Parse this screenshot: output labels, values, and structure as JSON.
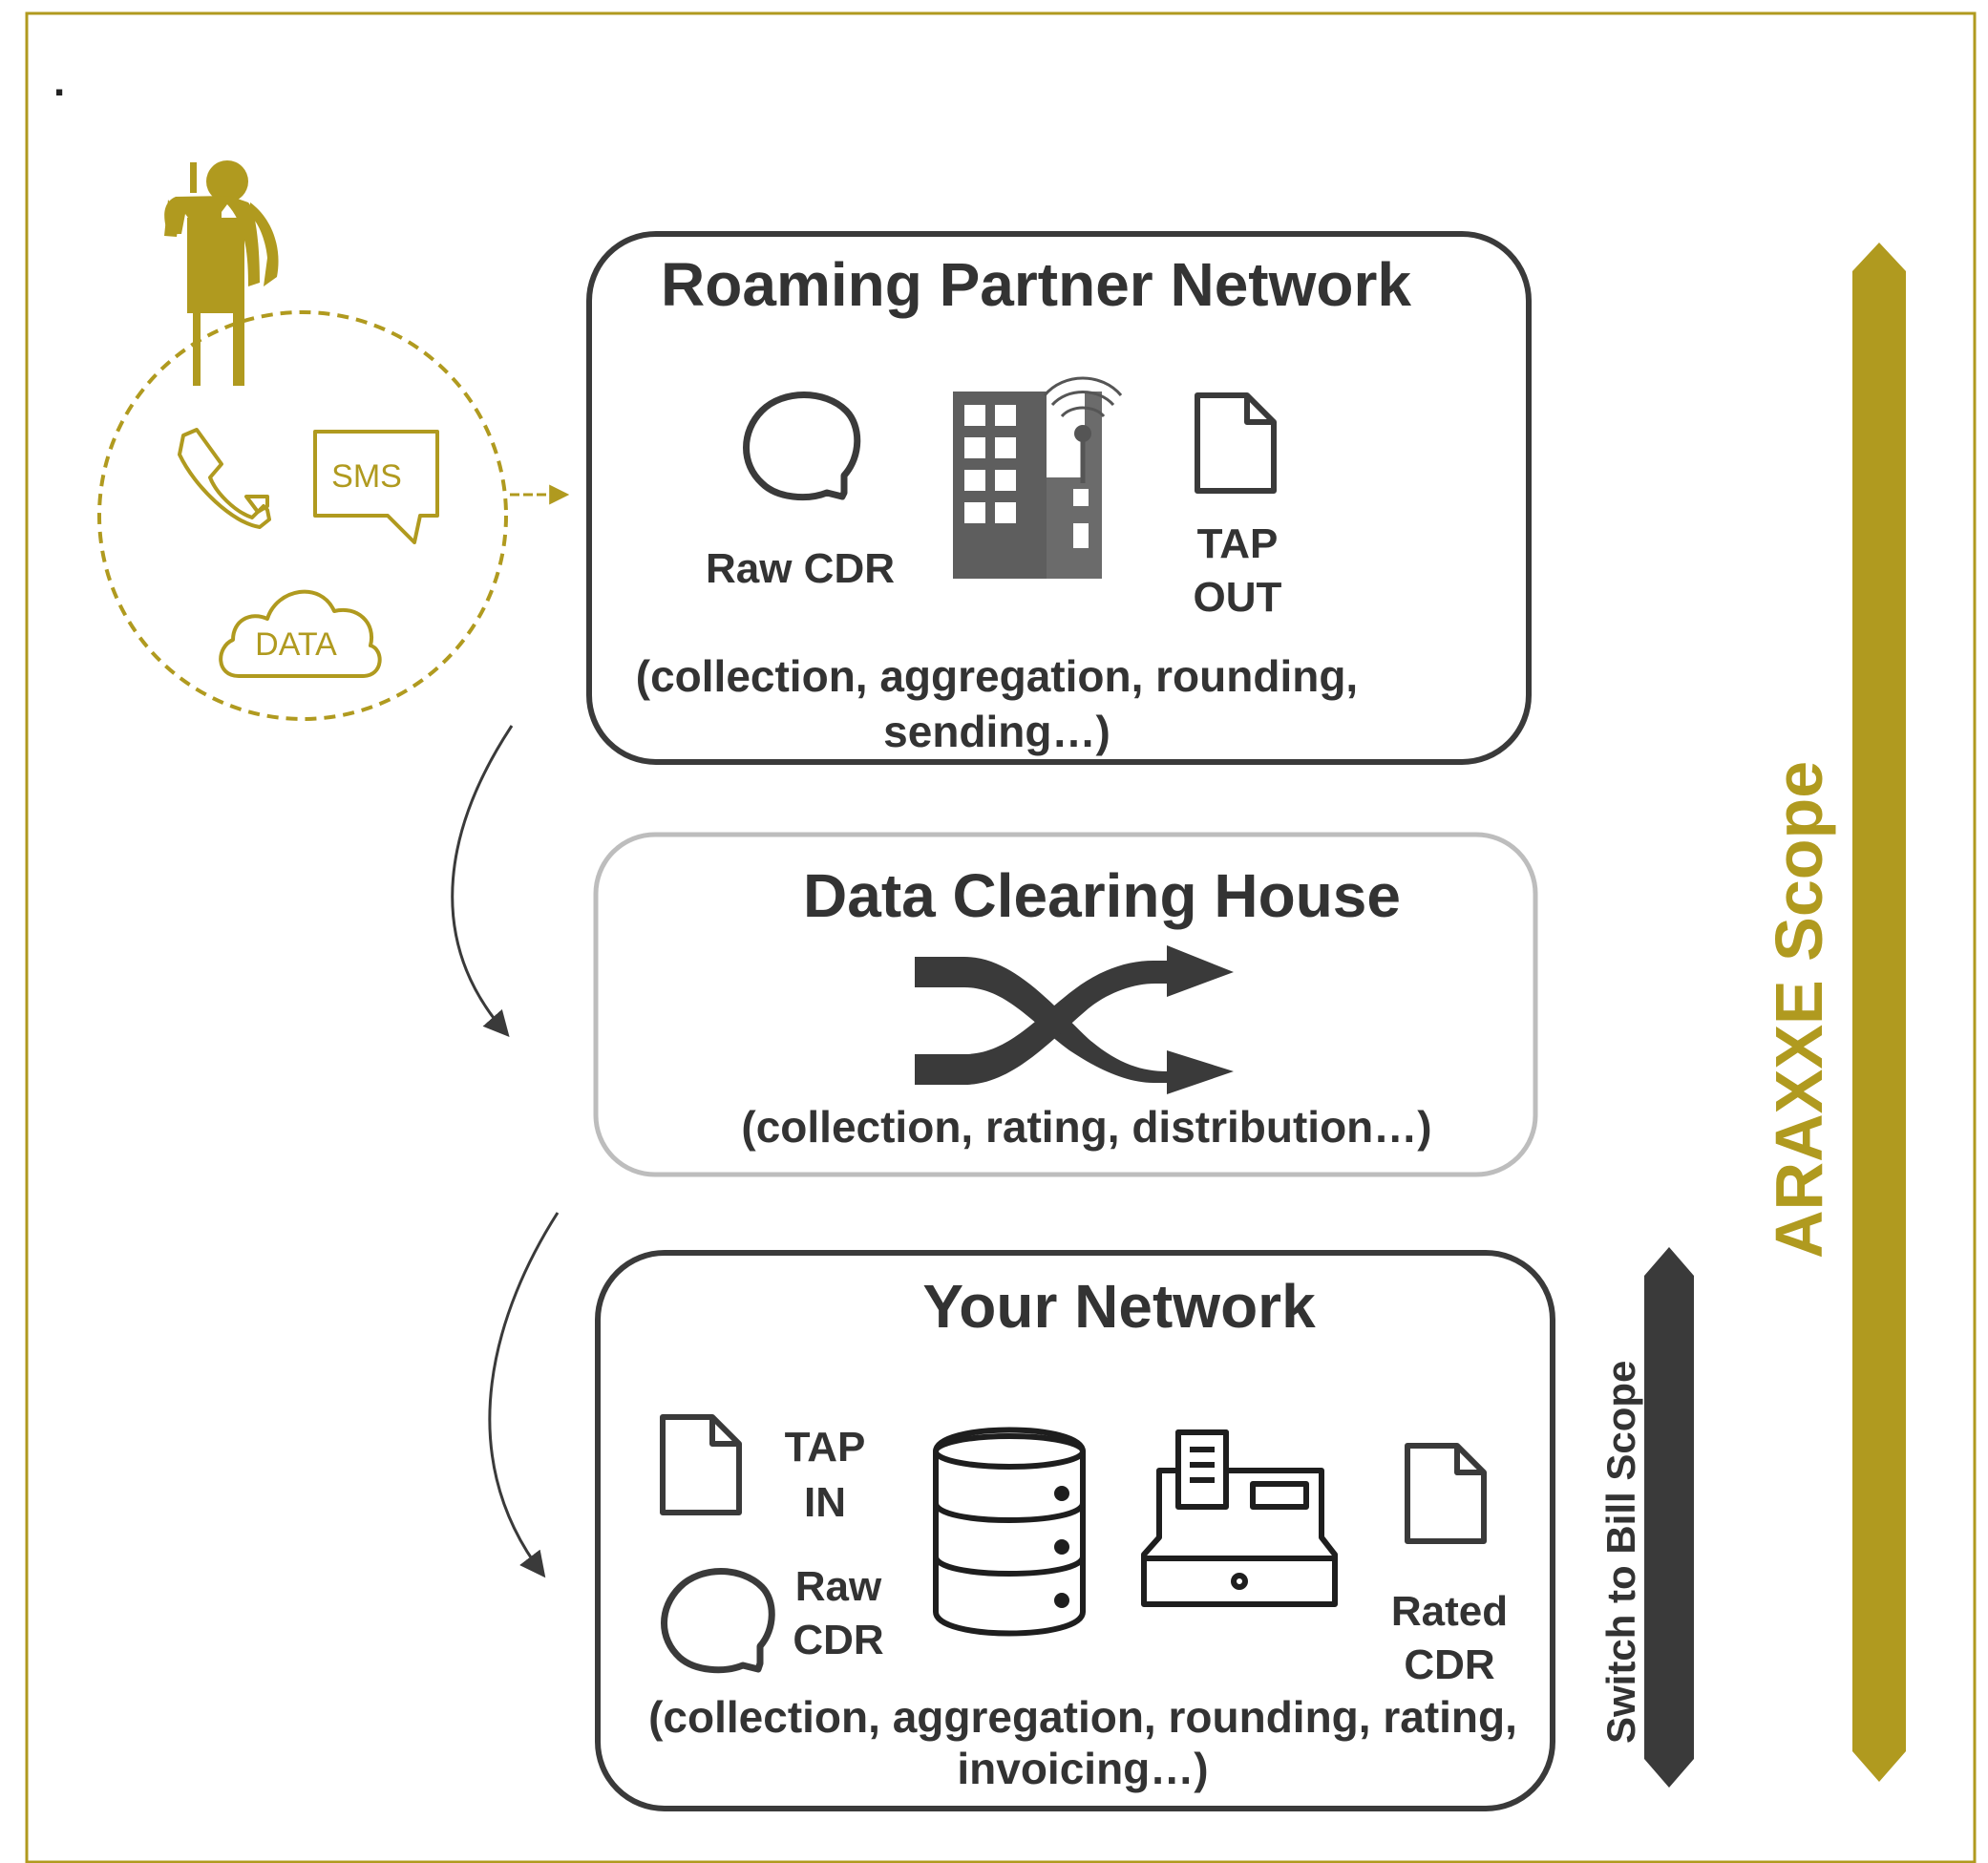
{
  "corner_mark": ".",
  "subscriber": {
    "services": {
      "sms_label": "SMS",
      "data_label": "DATA"
    }
  },
  "roaming_partner": {
    "title": "Roaming Partner Network",
    "raw_cdr_label": "Raw CDR",
    "tap_out_line1": "TAP",
    "tap_out_line2": "OUT",
    "desc_line1": "(collection, aggregation, rounding,",
    "desc_line2": "sending…)"
  },
  "clearing_house": {
    "title": "Data Clearing House",
    "desc": "(collection, rating, distribution…)"
  },
  "your_network": {
    "title": "Your Network",
    "tap_in_line1": "TAP",
    "tap_in_line2": "IN",
    "raw_cdr_line1": "Raw",
    "raw_cdr_line2": "CDR",
    "rated_cdr_line1": "Rated",
    "rated_cdr_line2": "CDR",
    "desc_line1": "(collection, aggregation, rounding, rating,",
    "desc_line2": "invoicing…)"
  },
  "scopes": {
    "araxxe_label": "ARAXXE Scope",
    "switch_to_bill_label": "Switch to Bill Scope"
  },
  "colors": {
    "gold": "#b09a1f",
    "dark": "#3a3a3a",
    "light_border": "#bdbdbd"
  }
}
